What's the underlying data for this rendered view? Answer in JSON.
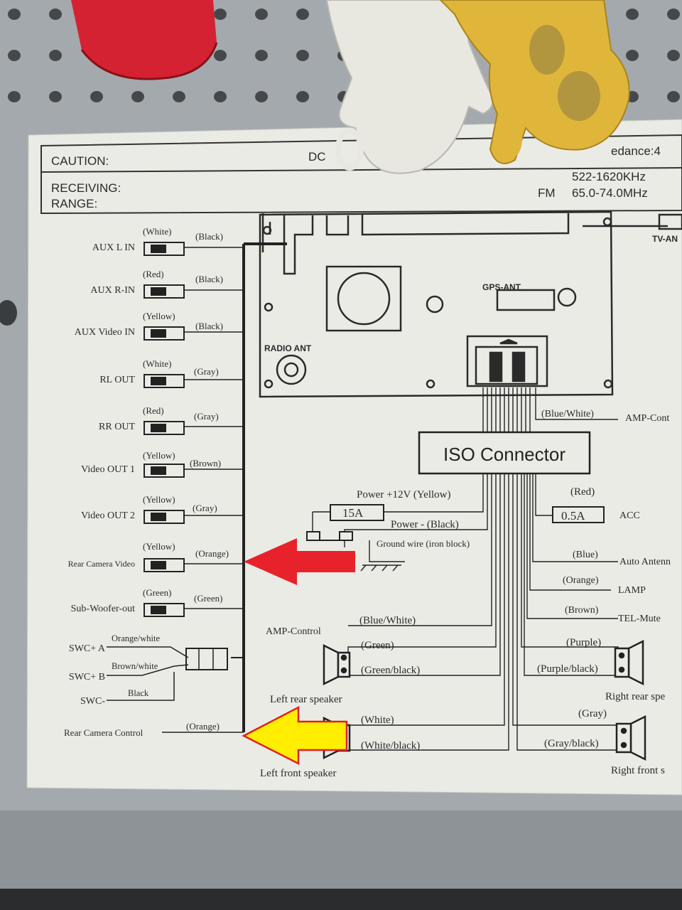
{
  "header": {
    "caution_label": "CAUTION:",
    "dc_fragment": "DC",
    "impedance_fragment": "edance:4",
    "receiving_label": "RECEIVING:",
    "range_label": "RANGE:",
    "am_fragment": "522-1620KHz",
    "fm_label": "FM",
    "fm_range": "65.0-74.0MHz"
  },
  "head_unit": {
    "gps_ant": "GPS-ANT",
    "radio_ant": "RADIO ANT",
    "tv_ant": "TV-AN"
  },
  "rca_inputs": [
    {
      "label": "AUX L IN",
      "plug_color": "(White)",
      "wire_color": "(Black)"
    },
    {
      "label": "AUX R-IN",
      "plug_color": "(Red)",
      "wire_color": "(Black)"
    },
    {
      "label": "AUX Video IN",
      "plug_color": "(Yellow)",
      "wire_color": "(Black)"
    },
    {
      "label": "RL OUT",
      "plug_color": "(White)",
      "wire_color": "(Gray)"
    },
    {
      "label": "RR OUT",
      "plug_color": "(Red)",
      "wire_color": "(Gray)"
    },
    {
      "label": "Video OUT 1",
      "plug_color": "(Yellow)",
      "wire_color": "(Brown)"
    },
    {
      "label": "Video OUT 2",
      "plug_color": "(Yellow)",
      "wire_color": "(Gray)"
    },
    {
      "label": "Rear Camera Video",
      "plug_color": "(Yellow)",
      "wire_color": "(Orange)"
    },
    {
      "label": "Sub-Woofer-out",
      "plug_color": "(Green)",
      "wire_color": "(Green)"
    }
  ],
  "swc": {
    "a_label": "SWC+ A",
    "a_wire": "Orange/white",
    "b_label": "SWC+ B",
    "b_wire": "Brown/white",
    "neg_label": "SWC-",
    "neg_wire": "Black"
  },
  "rear_camera_control": {
    "label": "Rear Camera Control",
    "wire": "(Orange)"
  },
  "iso": {
    "title": "ISO Connector",
    "amp_top_wire": "(Blue/White)",
    "amp_top_label": "AMP-Cont",
    "power_12v": "Power +12V (Yellow)",
    "fuse_15a": "15A",
    "power_neg": "Power - (Black)",
    "ground": "Ground wire (iron block)",
    "acc_wire": "(Red)",
    "fuse_05a": "0.5A",
    "acc_label": "ACC",
    "auto_wire": "(Blue)",
    "auto_label": "Auto Antenn",
    "lamp_wire": "(Orange)",
    "lamp_label": "LAMP",
    "tel_wire": "(Brown)",
    "tel_label": "TEL-Mute",
    "amp_left_label": "AMP-Control",
    "amp_left_wire": "(Blue/White)"
  },
  "speakers": {
    "left_rear": {
      "label": "Left rear speaker",
      "pos": "(Green)",
      "neg": "(Green/black)"
    },
    "left_front": {
      "label": "Left front speaker",
      "pos": "(White)",
      "neg": "(White/black)"
    },
    "right_rear": {
      "label": "Right rear spe",
      "pos": "(Purple)",
      "neg": "(Purple/black)"
    },
    "right_front": {
      "label": "Right front s",
      "pos": "(Gray)",
      "neg": "(Gray/black)"
    }
  },
  "colors": {
    "metal": "#9ea3a8",
    "paper": "#ebebe6",
    "ink": "#2a2a2a",
    "red_arrow": "#e8222a",
    "yellow_arrow": "#ffee00",
    "red_cap": "#d42232",
    "yellow_cap": "#e0b63a",
    "white_cap": "#e8e8e0"
  }
}
